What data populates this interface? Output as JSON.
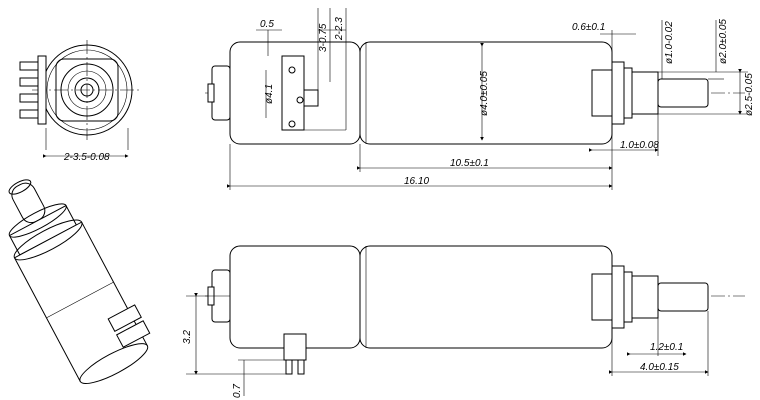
{
  "dimensions": {
    "d_0_5": "0.5",
    "d_3_075": "3-0.75",
    "d_2_23": "2-2.3",
    "d_06": "0.6±0.1",
    "d_phi10": "ø1.0-0.02",
    "d_phi20": "ø2.0±0.05",
    "d_phi25": "ø2.5-0.05",
    "d_phi41": "ø4.1",
    "d_phi40": "ø4.0±0.05",
    "d_10_008": "1.0±0.08",
    "d_105": "10.5±0.1",
    "d_1610": "16.10",
    "d_2_35": "2-3.5-0.08",
    "d_32": "3.2",
    "d_07": "0.7",
    "d_12": "1.2±0.1",
    "d_40_015": "4.0±0.15"
  }
}
